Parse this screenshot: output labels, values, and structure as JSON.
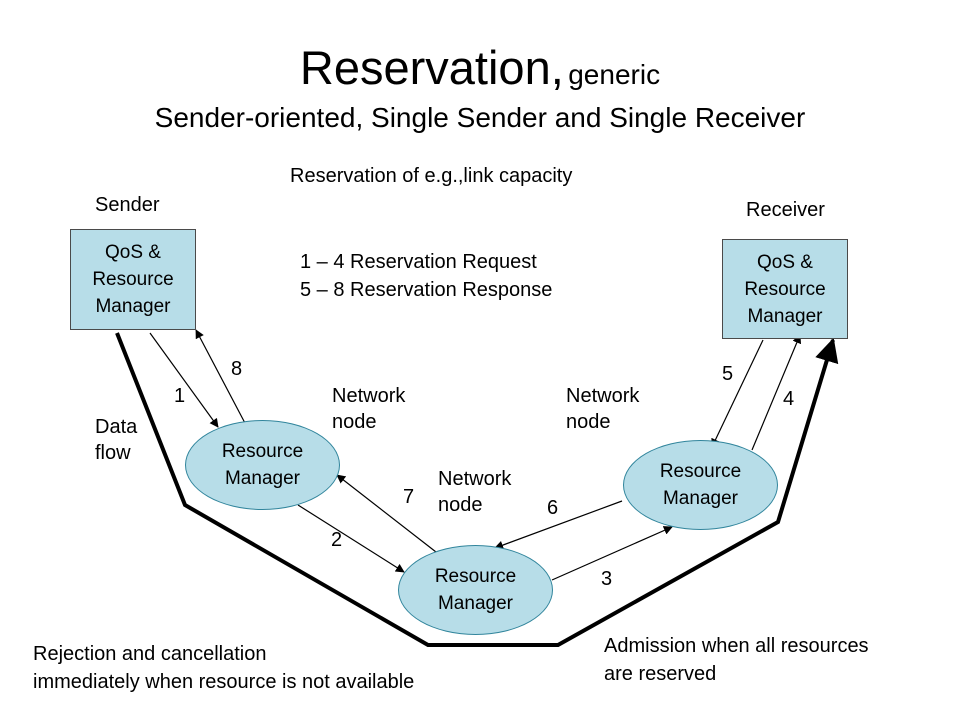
{
  "title": {
    "main": "Reservation,",
    "sub": "generic"
  },
  "subtitle": "Sender-oriented, Single Sender and Single Receiver",
  "caption": "Reservation of e.g.,link capacity",
  "sender_label": "Sender",
  "receiver_label": "Receiver",
  "legend": {
    "request": "1 – 4  Reservation Request",
    "response": "5 – 8  Reservation Response"
  },
  "nodes": {
    "sender_manager": "QoS &\nResource\nManager",
    "receiver_manager": "QoS &\nResource\nManager",
    "rm_left": "Resource\nManager",
    "rm_bottom": "Resource\nManager",
    "rm_right": "Resource\nManager"
  },
  "network_node_labels": [
    "Network\nnode",
    "Network\nnode",
    "Network\nnode"
  ],
  "data_flow_label": "Data\nflow",
  "step_numbers": [
    "1",
    "2",
    "3",
    "4",
    "5",
    "6",
    "7",
    "8"
  ],
  "notes": {
    "rejection": "Rejection and cancellation\nimmediately when resource is not available",
    "admission": "Admission when all resources\nare reserved"
  }
}
